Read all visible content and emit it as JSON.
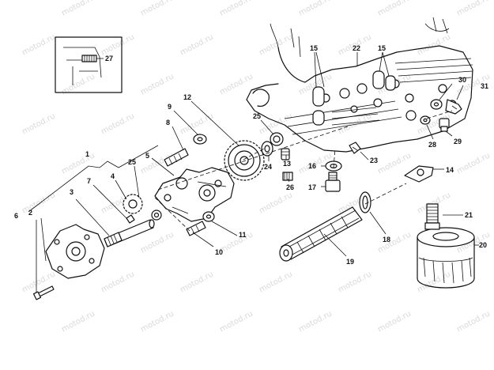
{
  "watermark": {
    "text": "motod.ru"
  },
  "callouts": {
    "c1": "1",
    "c2": "2",
    "c3": "3",
    "c4": "4",
    "c5": "5",
    "c6": "6",
    "c7": "7",
    "c8": "8",
    "c9": "9",
    "c10": "10",
    "c11": "11",
    "c12": "12",
    "c13": "13",
    "c14": "14",
    "c15a": "15",
    "c15b": "15",
    "c16": "16",
    "c17": "17",
    "c18": "18",
    "c19": "19",
    "c20": "20",
    "c21": "21",
    "c22": "22",
    "c23": "23",
    "c24": "24",
    "c25a": "25",
    "c25b": "25",
    "c26": "26",
    "c27": "27",
    "c28": "28",
    "c29": "29",
    "c30": "30",
    "c31": "31"
  }
}
